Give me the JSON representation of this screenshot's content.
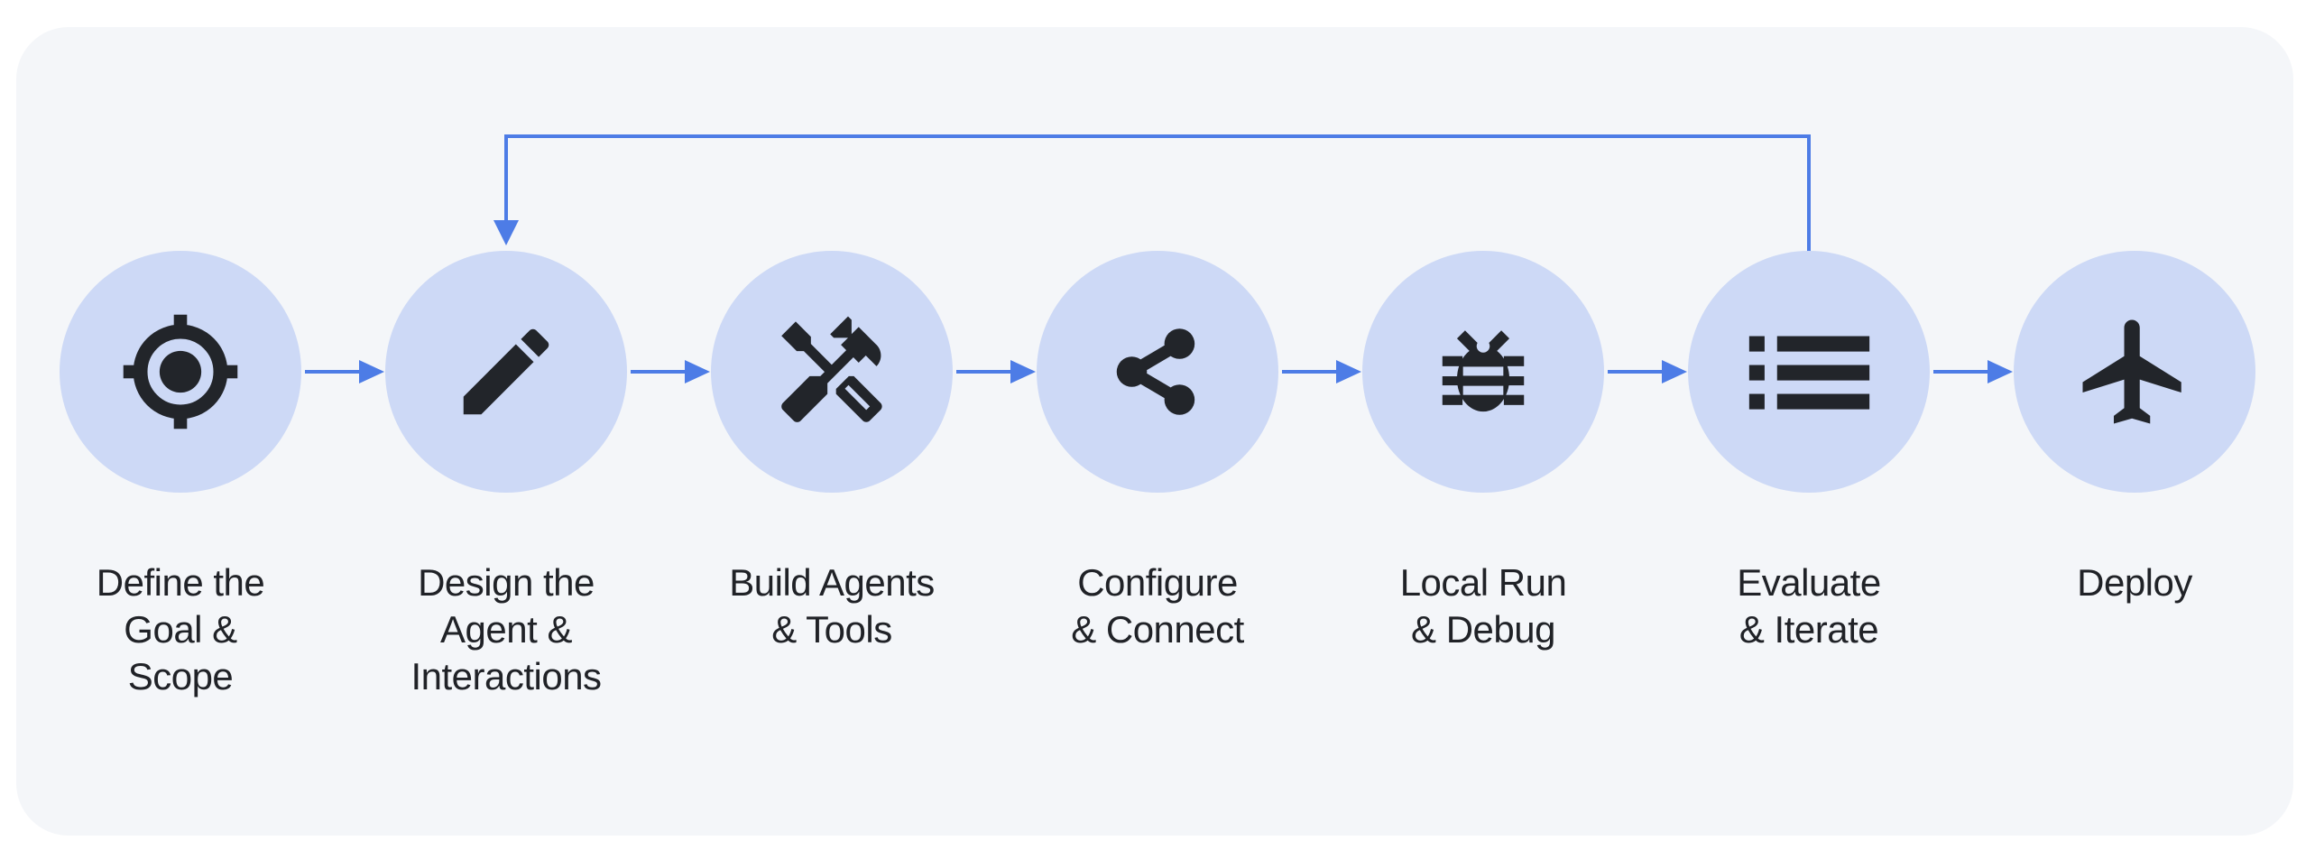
{
  "steps": [
    {
      "label": "Define the\nGoal &\nScope",
      "icon": "target-icon"
    },
    {
      "label": "Design the\nAgent &\nInteractions",
      "icon": "pencil-icon"
    },
    {
      "label": "Build Agents\n& Tools",
      "icon": "tools-icon"
    },
    {
      "label": "Configure\n& Connect",
      "icon": "share-icon"
    },
    {
      "label": "Local Run\n& Debug",
      "icon": "bug-icon"
    },
    {
      "label": "Evaluate\n& Iterate",
      "icon": "list-icon"
    },
    {
      "label": "Deploy",
      "icon": "airplane-icon"
    }
  ],
  "flow": {
    "direction": "left-to-right",
    "forward_arrow_count": 6,
    "feedback_loop": {
      "from_step": "Evaluate & Iterate",
      "to_step": "Design the Agent & Interactions"
    }
  },
  "colors": {
    "page_background": "#ffffff",
    "panel_background": "#f4f6f9",
    "circle_fill": "#cdd9f6",
    "arrow_blue": "#4d7ce6",
    "icon_dark": "#22252a",
    "text_dark": "#202227"
  }
}
